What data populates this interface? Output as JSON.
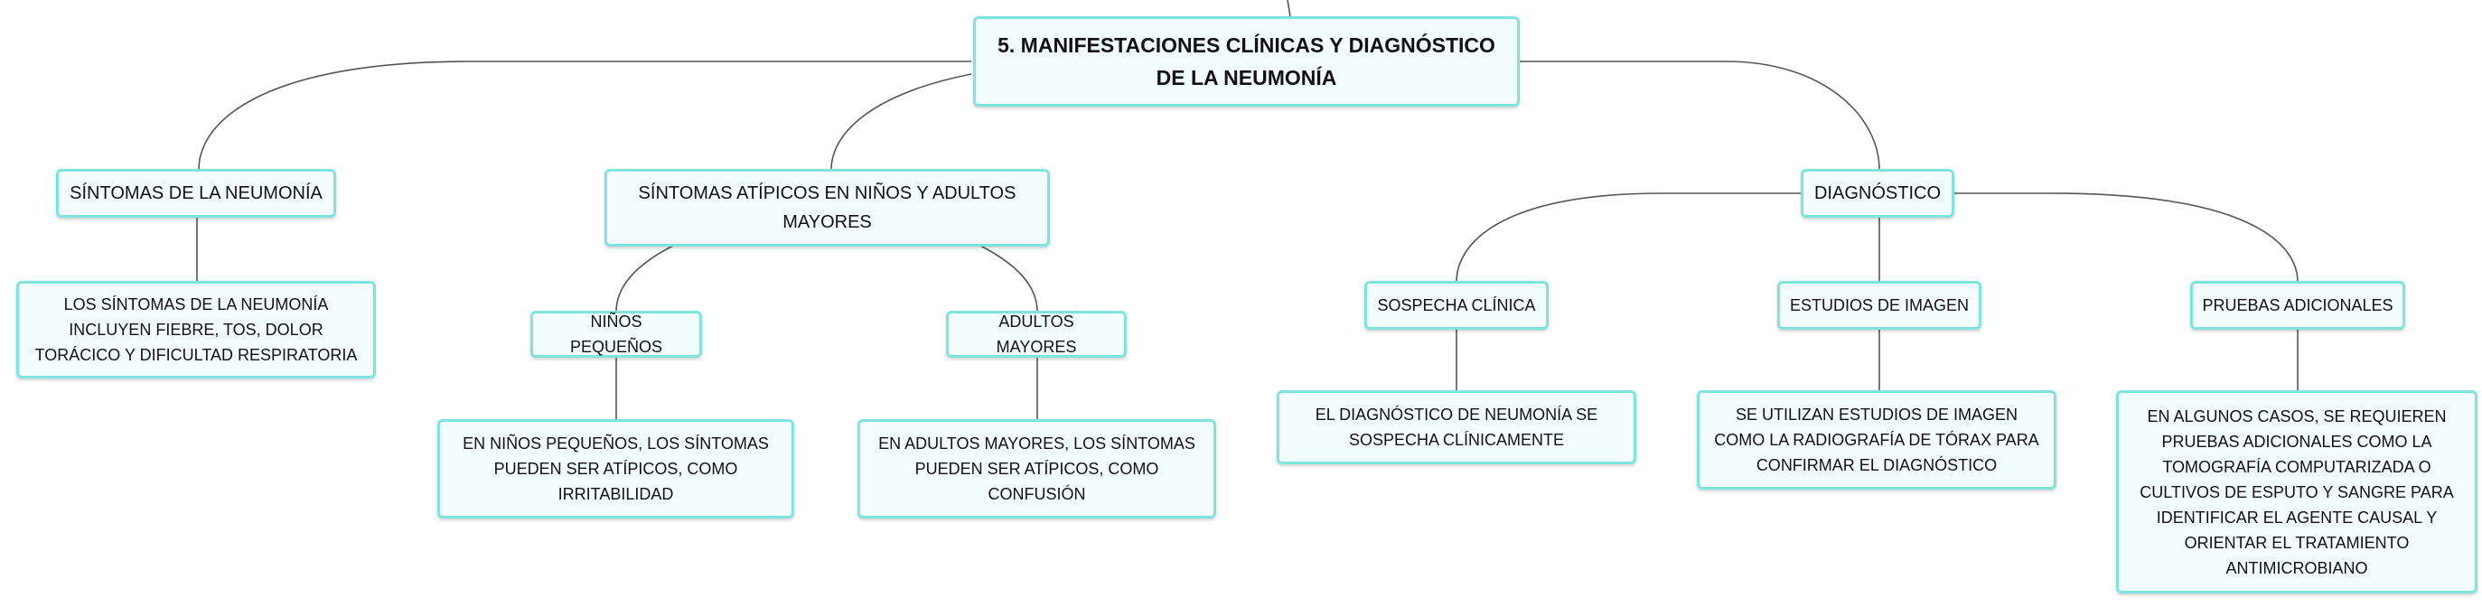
{
  "mindmap": {
    "root": {
      "label": "5. MANIFESTACIONES CLÍNICAS Y DIAGNÓSTICO DE LA NEUMONÍA"
    },
    "branches": {
      "sintomas": {
        "label": "SÍNTOMAS DE LA NEUMONÍA",
        "detail": "LOS SÍNTOMAS DE LA NEUMONÍA INCLUYEN FIEBRE, TOS, DOLOR TORÁCICO Y DIFICULTAD RESPIRATORIA"
      },
      "atipicos": {
        "label": "SÍNTOMAS ATÍPICOS EN NIÑOS Y ADULTOS MAYORES",
        "children": {
          "ninos": {
            "label": "NIÑOS PEQUEÑOS",
            "detail": "EN NIÑOS PEQUEÑOS, LOS SÍNTOMAS PUEDEN SER ATÍPICOS, COMO IRRITABILIDAD"
          },
          "adultos": {
            "label": "ADULTOS MAYORES",
            "detail": "EN ADULTOS MAYORES, LOS SÍNTOMAS PUEDEN SER ATÍPICOS, COMO CONFUSIÓN"
          }
        }
      },
      "diagnostico": {
        "label": "DIAGNÓSTICO",
        "children": {
          "sospecha": {
            "label": "SOSPECHA CLÍNICA",
            "detail": "EL DIAGNÓSTICO DE NEUMONÍA SE SOSPECHA CLÍNICAMENTE"
          },
          "imagen": {
            "label": "ESTUDIOS DE IMAGEN",
            "detail": "SE UTILIZAN ESTUDIOS DE IMAGEN COMO LA RADIOGRAFÍA DE TÓRAX PARA CONFIRMAR EL DIAGNÓSTICO"
          },
          "pruebas": {
            "label": "PRUEBAS ADICIONALES",
            "detail": "EN ALGUNOS CASOS, SE REQUIEREN PRUEBAS ADICIONALES COMO LA TOMOGRAFÍA COMPUTARIZADA O CULTIVOS DE ESPUTO Y SANGRE PARA IDENTIFICAR EL AGENTE CAUSAL Y ORIENTAR EL TRATAMIENTO ANTIMICROBIANO"
          }
        }
      }
    }
  }
}
